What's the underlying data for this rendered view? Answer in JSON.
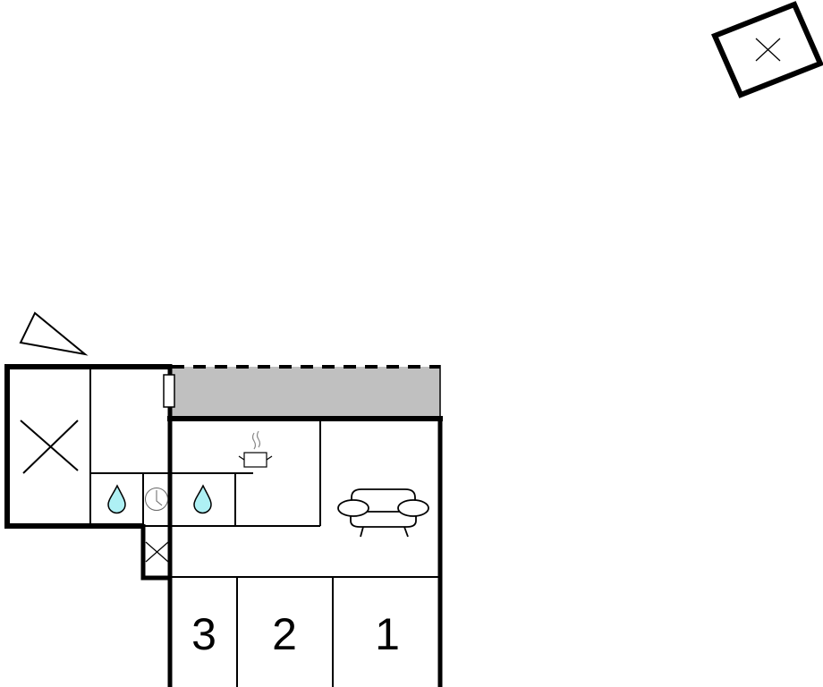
{
  "floorplan": {
    "rooms": [
      {
        "label": "3"
      },
      {
        "label": "2"
      },
      {
        "label": "1"
      }
    ],
    "colors": {
      "wall": "#000000",
      "terrace": "#c0c0c0",
      "water": "#aef0f4",
      "background": "#ffffff"
    },
    "icons": [
      "compass-icon",
      "bed-x-icon",
      "water-drop-icon",
      "clock-icon",
      "cooking-pot-icon",
      "sofa-icon",
      "door-icon",
      "outbuilding-icon"
    ]
  }
}
